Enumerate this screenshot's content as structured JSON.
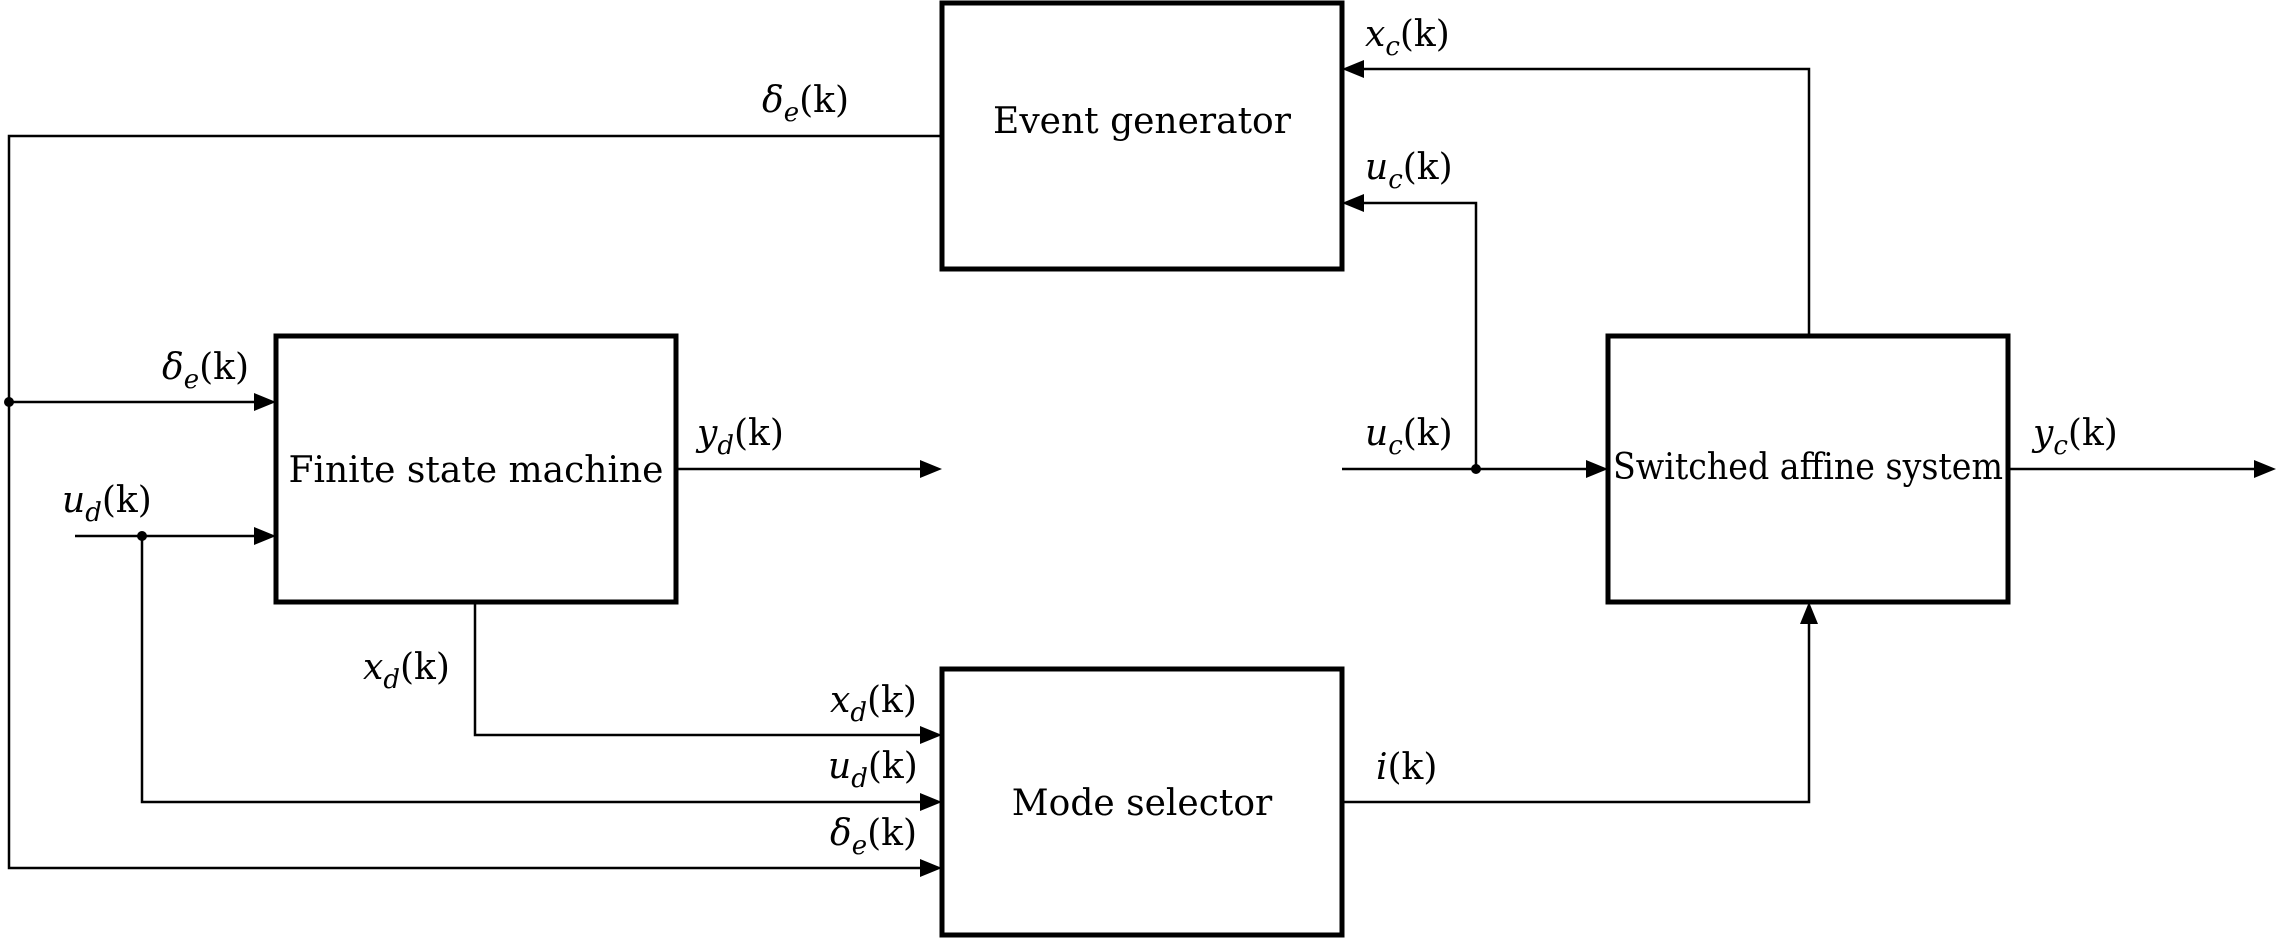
{
  "colors": {
    "line": "#000000",
    "background": "#ffffff"
  },
  "blocks": {
    "event_generator": "Event generator",
    "finite_state_machine": "Finite state machine",
    "mode_selector": "Mode selector",
    "switched_affine_system": "Switched affine system"
  },
  "signals": {
    "delta_e": {
      "base": "δ",
      "sub": "e",
      "arg": "(k)"
    },
    "u_d": {
      "base": "u",
      "sub": "d",
      "arg": "(k)"
    },
    "x_d": {
      "base": "x",
      "sub": "d",
      "arg": "(k)"
    },
    "y_d": {
      "base": "y",
      "sub": "d",
      "arg": "(k)"
    },
    "x_c": {
      "base": "x",
      "sub": "c",
      "arg": "(k)"
    },
    "u_c": {
      "base": "u",
      "sub": "c",
      "arg": "(k)"
    },
    "y_c": {
      "base": "y",
      "sub": "c",
      "arg": "(k)"
    },
    "i": {
      "base": "i",
      "arg": "(k)"
    }
  }
}
